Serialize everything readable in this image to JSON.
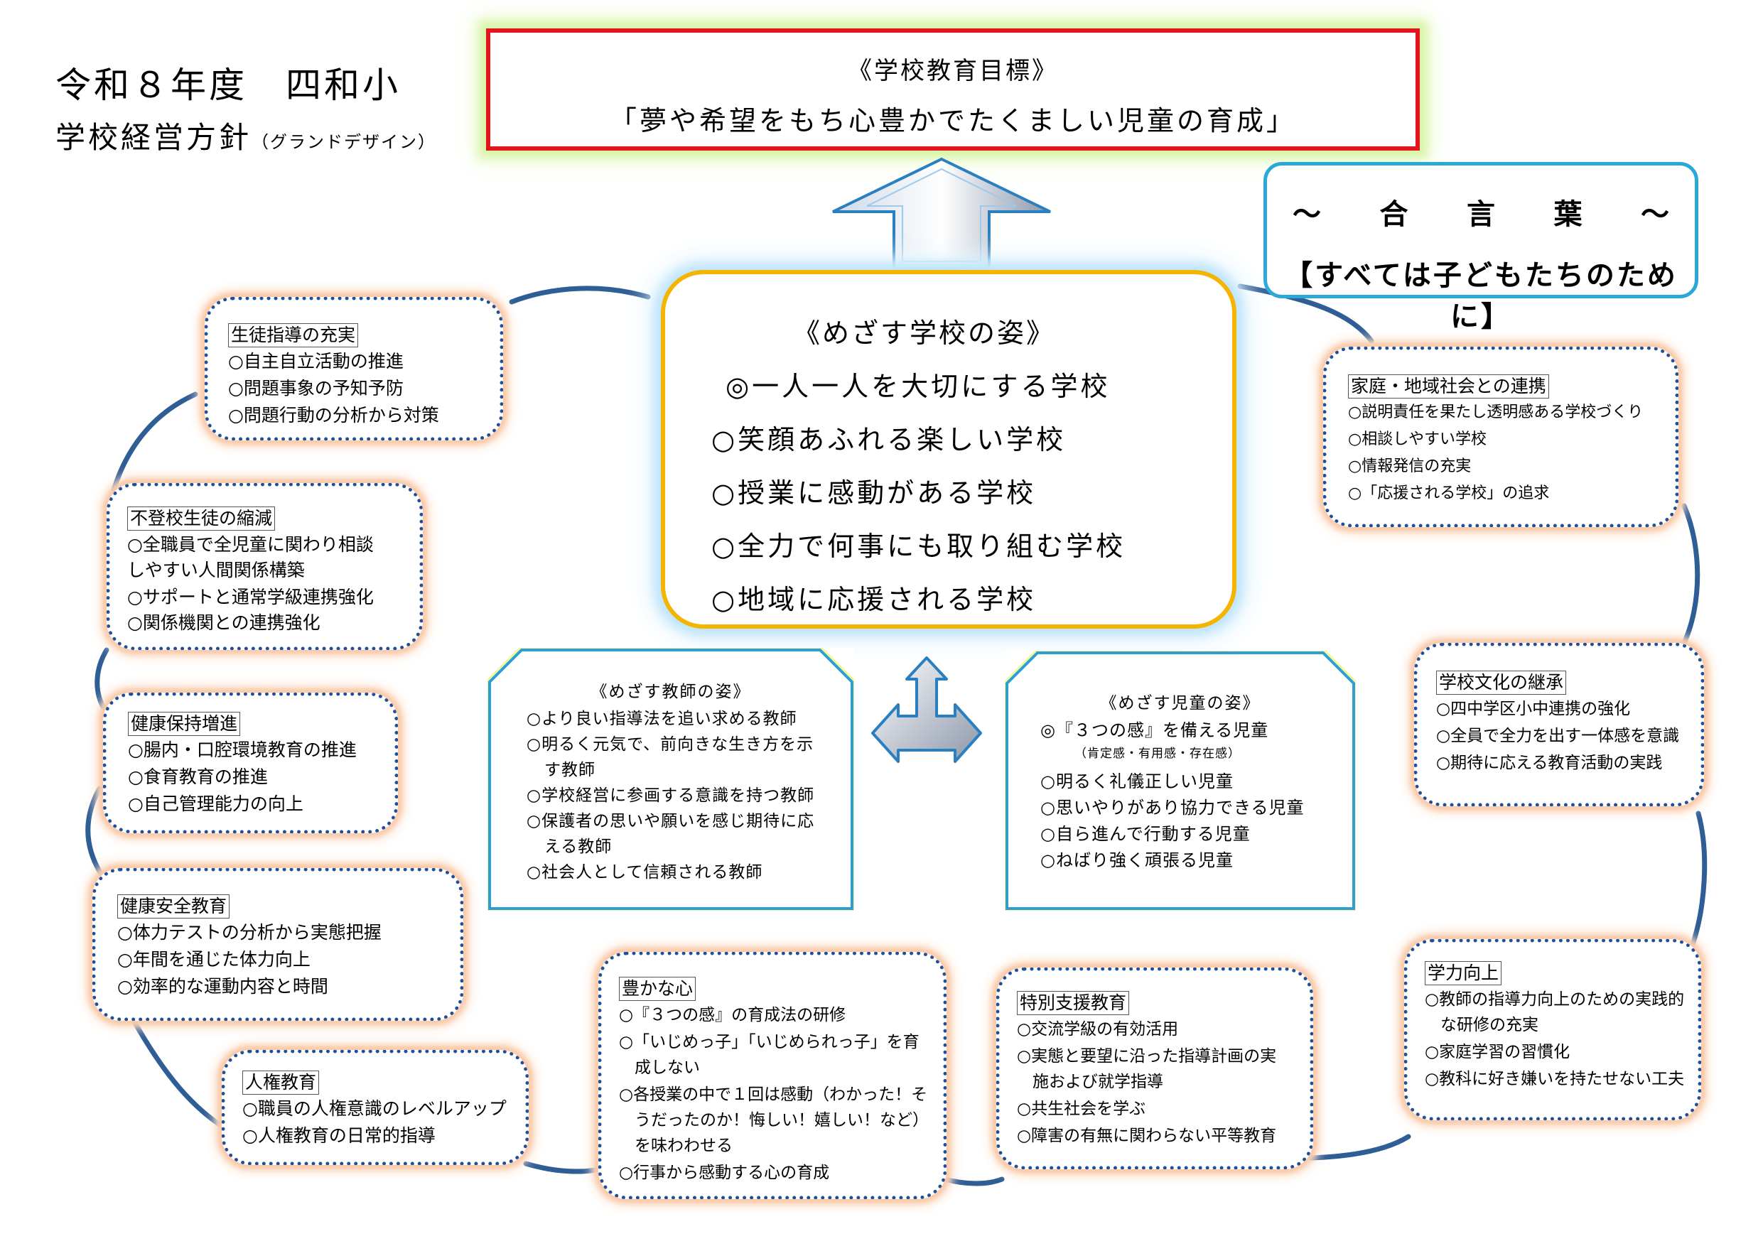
{
  "header": {
    "line1": "令和８年度　四和小",
    "line2_main": "学校経営方針",
    "line2_sub": "（グランドデザイン）"
  },
  "goal": {
    "title": "《学校教育目標》",
    "text": "「夢や希望をもち心豊かでたくましい児童の育成」"
  },
  "motto": {
    "chars": [
      "～",
      "合",
      "言",
      "葉",
      "～"
    ],
    "text": "【すべては子どもたちのために】"
  },
  "school_vision": {
    "title": "《めざす学校の姿》",
    "items": [
      "◎一人一人を大切にする学校",
      "○笑顔あふれる楽しい学校",
      "○授業に感動がある学校",
      "○全力で何事にも取り組む学校",
      "○地域に応援される学校"
    ]
  },
  "teacher_vision": {
    "title": "《めざす教師の姿》",
    "lines": [
      "○より良い指導法を追い求める教師",
      "○明るく元気で、前向きな生き方を示",
      "す教師",
      "○学校経営に参画する意識を持つ教師",
      "○保護者の思いや願いを感じ期待に応",
      "える教師",
      "○社会人として信頼される教師"
    ]
  },
  "student_vision": {
    "title": "《めざす児童の姿》",
    "lines": [
      "◎『３つの感』を備える児童",
      "（肯定感・有用感・存在感）",
      "○明るく礼儀正しい児童",
      "○思いやりがあり協力できる児童",
      "○自ら進んで行動する児童",
      "○ねばり強く頑張る児童"
    ]
  },
  "boxes": {
    "guidance": {
      "title": "生徒指導の充実",
      "lines": [
        "○自主自立活動の推進",
        "○問題事象の予知予防",
        "○問題行動の分析から対策"
      ]
    },
    "truancy": {
      "title": "不登校生徒の縮減",
      "lines": [
        "○全職員で全児童に関わり相談",
        "しやすい人間関係構築",
        "○サポートと通常学級連携強化",
        "○関係機関との連携強化"
      ]
    },
    "health": {
      "title": "健康保持増進",
      "lines": [
        "○腸内・口腔環境教育の推進",
        "○食育教育の推進",
        "○自己管理能力の向上"
      ]
    },
    "safety": {
      "title": "健康安全教育",
      "lines": [
        "○体力テストの分析から実態把握",
        "○年間を通じた体力向上",
        "○効率的な運動内容と時間"
      ]
    },
    "human_rights": {
      "title": "人権教育",
      "lines": [
        "○職員の人権意識のレベルアップ",
        "○人権教育の日常的指導"
      ]
    },
    "heart": {
      "title": "豊かな心",
      "lines": [
        "○『３つの感』の育成法の研修",
        "○「いじめっ子」「いじめられっ子」を育",
        "成しない",
        "○各授業の中で１回は感動（わかった！そ",
        "うだったのか！悔しい！嬉しい！など）",
        "を味わわせる",
        "○行事から感動する心の育成"
      ]
    },
    "special": {
      "title": "特別支援教育",
      "lines": [
        "○交流学級の有効活用",
        "○実態と要望に沿った指導計画の実",
        "施および就学指導",
        "○共生社会を学ぶ",
        "○障害の有無に関わらない平等教育"
      ]
    },
    "academic": {
      "title": "学力向上",
      "lines": [
        "○教師の指導力向上のための実践的",
        "な研修の充実",
        "○家庭学習の習慣化",
        "○教科に好き嫌いを持たせない工夫"
      ]
    },
    "culture": {
      "title": "学校文化の継承",
      "lines": [
        "○四中学区小中連携の強化",
        "○全員で全力を出す一体感を意識",
        "○期待に応える教育活動の実践"
      ]
    },
    "community": {
      "title": "家庭・地域社会との連携",
      "lines": [
        "○説明責任を果たし透明感ある学校づくり",
        "○相談しやすい学校",
        "○情報発信の充実",
        "○「応援される学校」の追求"
      ]
    }
  }
}
